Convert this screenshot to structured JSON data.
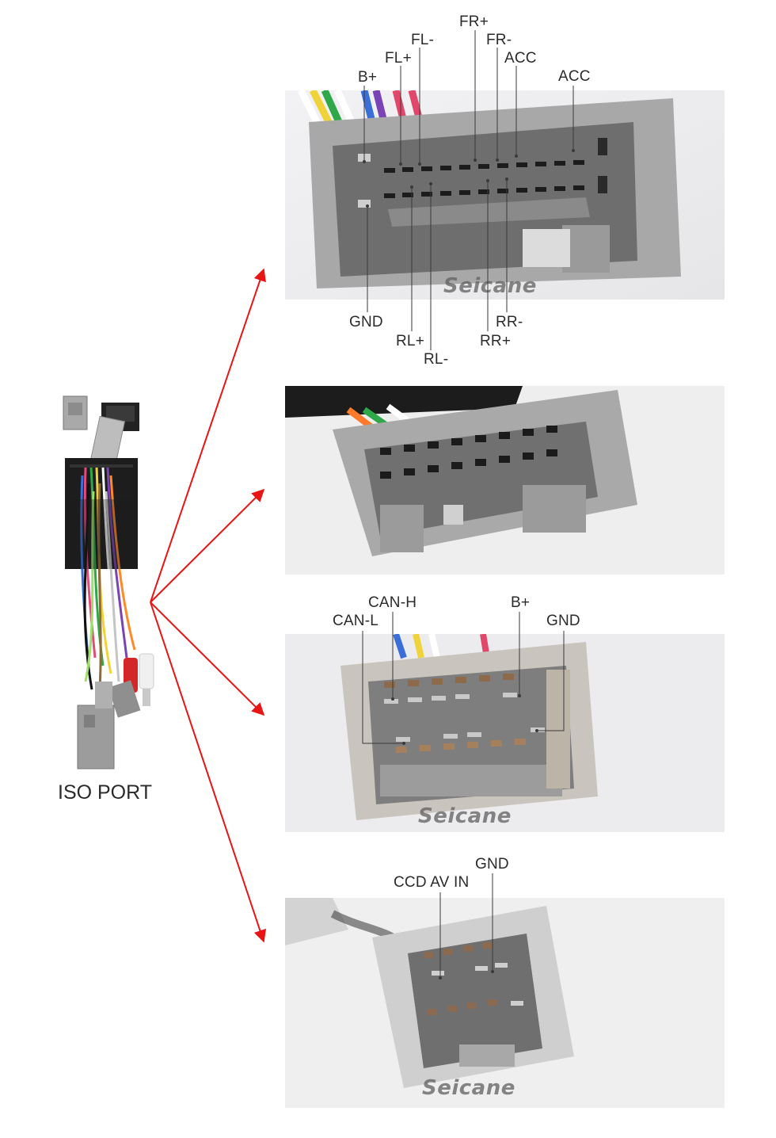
{
  "brand": {
    "watermark": "Seicane"
  },
  "iso_port": {
    "label": "ISO PORT"
  },
  "connector1": {
    "pins": {
      "b_plus": "B+",
      "fl_plus": "FL+",
      "fl_minus": "FL-",
      "fr_plus": "FR+",
      "fr_minus": "FR-",
      "acc1": "ACC",
      "acc2": "ACC",
      "gnd": "GND",
      "rl_plus": "RL+",
      "rl_minus": "RL-",
      "rr_minus": "RR-",
      "rr_plus": "RR+"
    }
  },
  "connector3": {
    "pins": {
      "can_h": "CAN-H",
      "can_l": "CAN-L",
      "b_plus": "B+",
      "gnd": "GND"
    }
  },
  "connector4": {
    "pins": {
      "gnd": "GND",
      "ccd_av_in": "CCD AV IN"
    }
  },
  "colors": {
    "arrow": "#e81515",
    "connector_body": "#b8b8b8",
    "wire_pink": "#e0476a",
    "wire_green": "#2fa84a"
  }
}
